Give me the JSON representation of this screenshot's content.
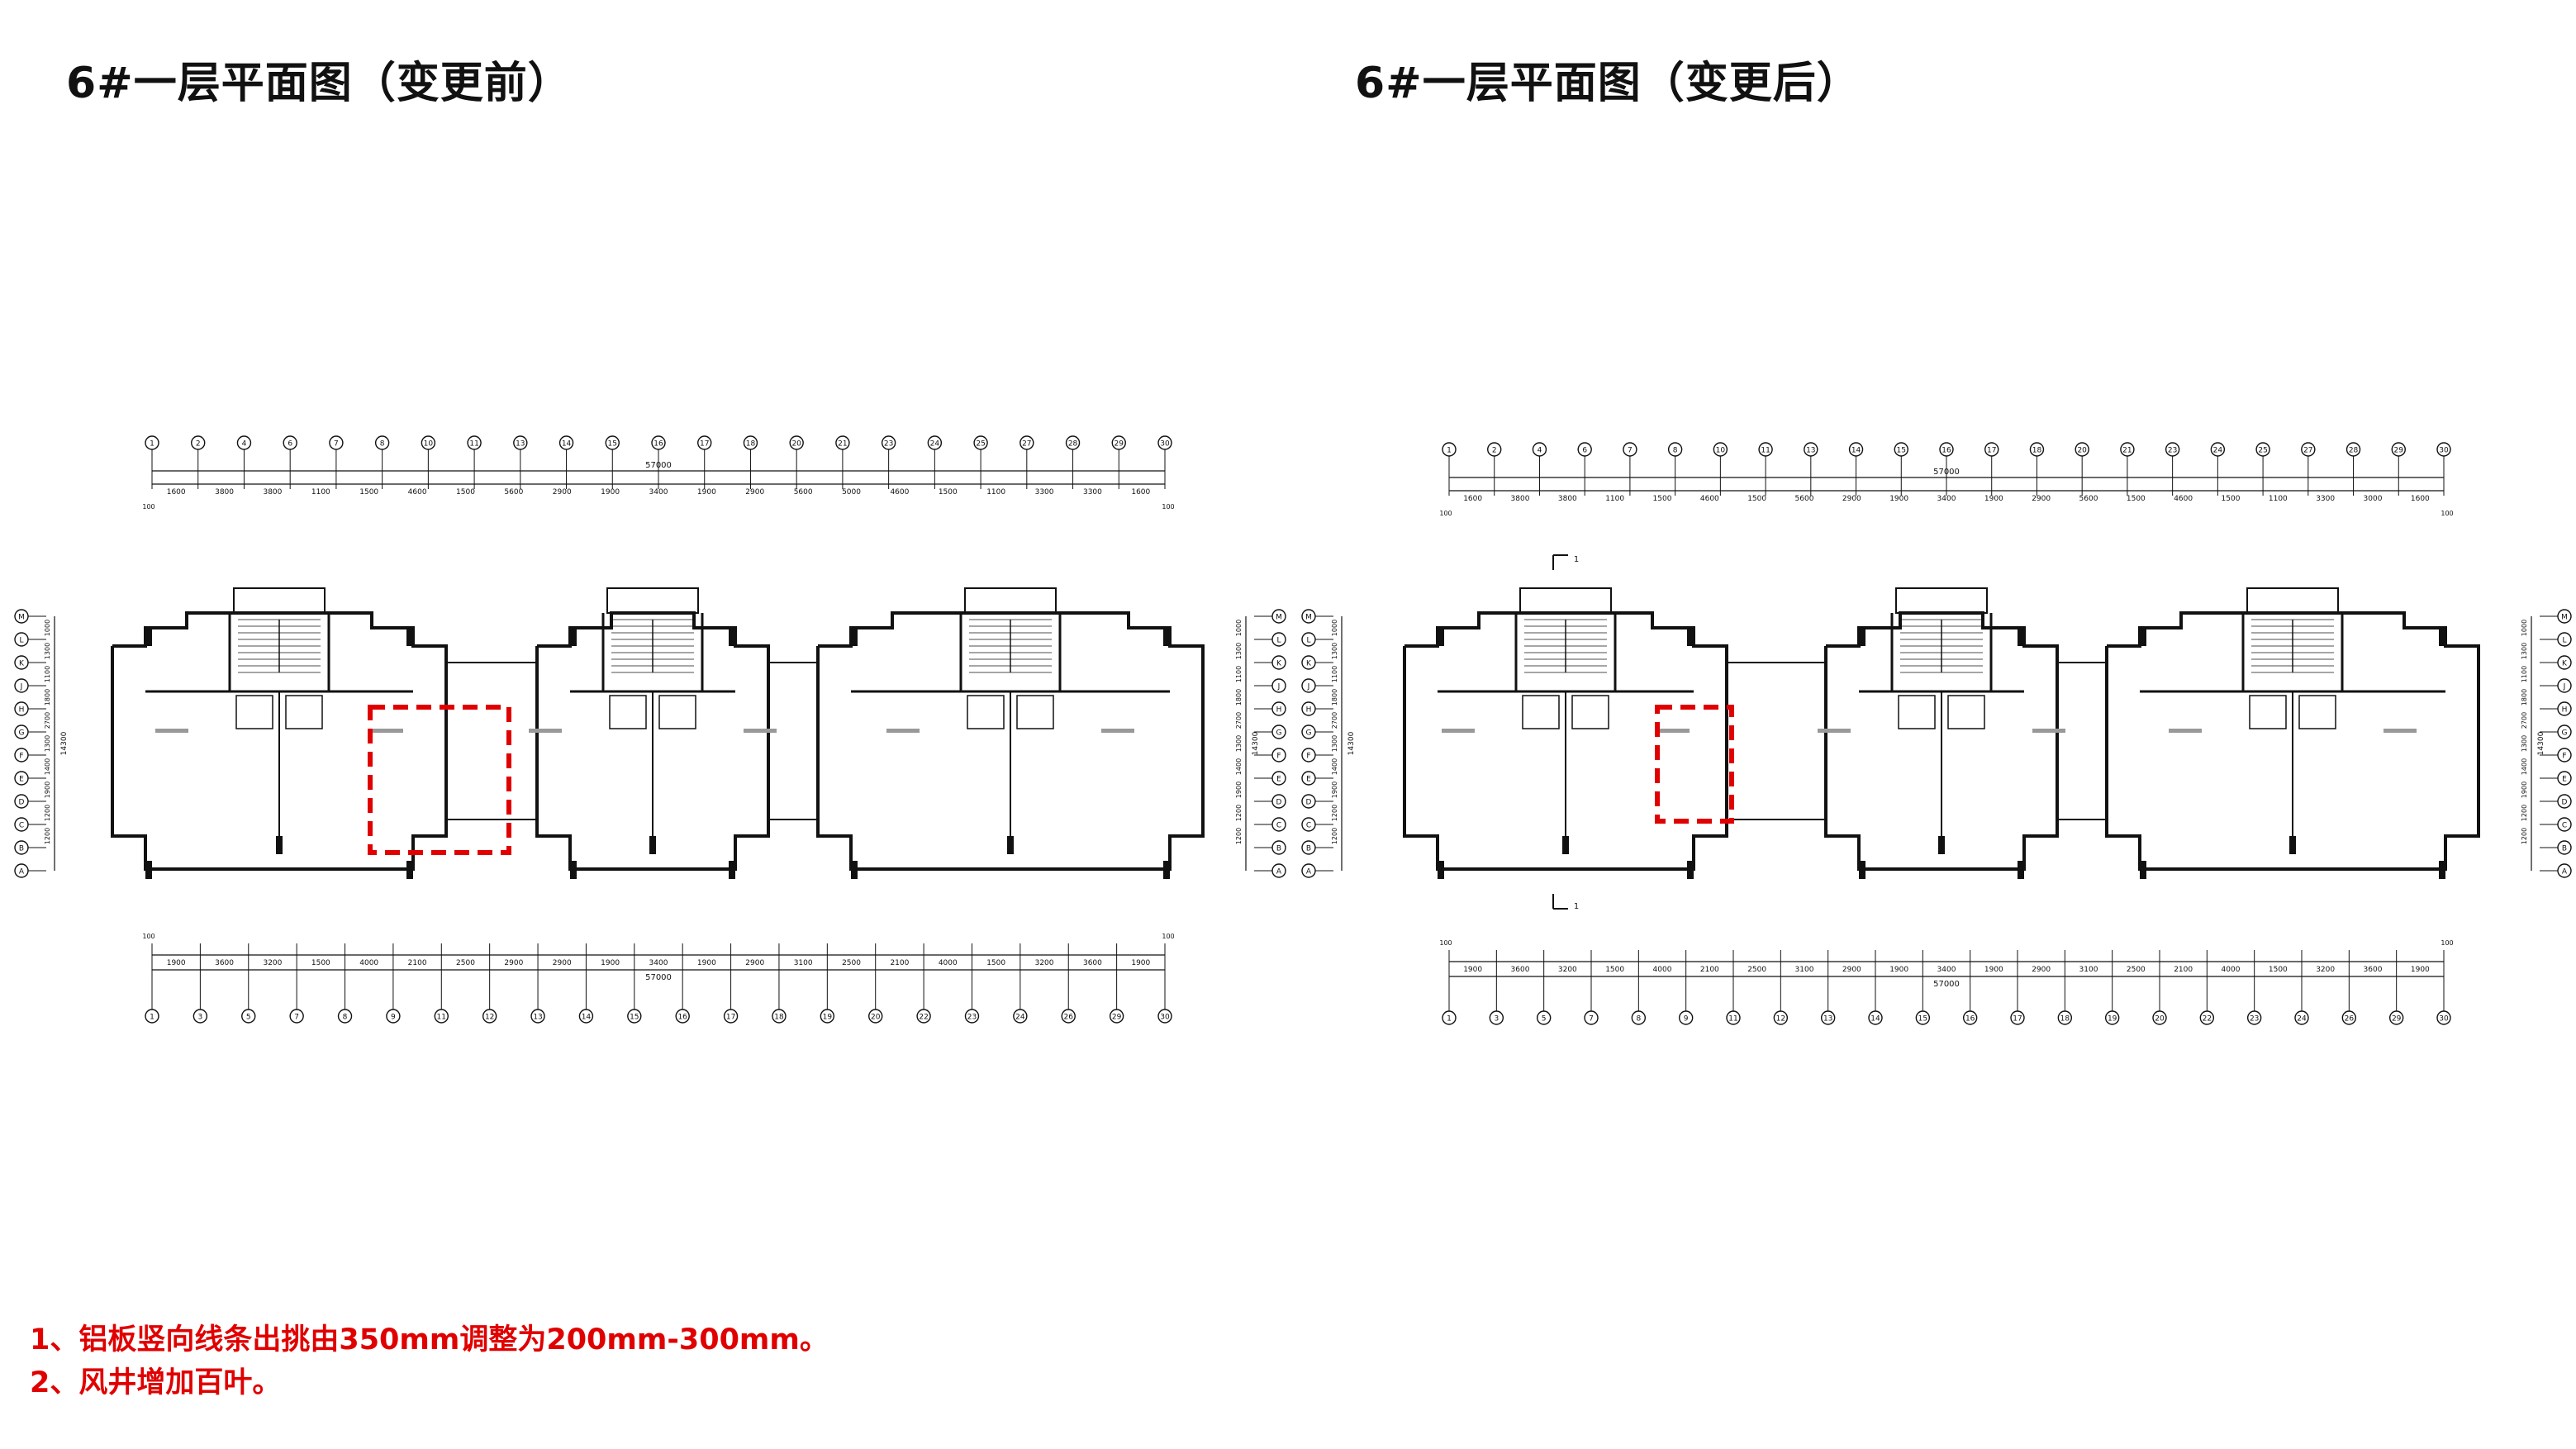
{
  "titles": {
    "before": "6#一层平面图（变更前）",
    "after": "6#一层平面图（变更后）"
  },
  "notes": [
    "1、铝板竖向线条出挑由350mm调整为200mm-300mm。",
    "2、风井增加百叶。"
  ],
  "plans": {
    "before": {
      "total_dimension": "57000",
      "top_grid_labels": [
        "1",
        "2",
        "4",
        "6",
        "7",
        "8",
        "10",
        "11",
        "13",
        "14",
        "15",
        "16",
        "17",
        "18",
        "20",
        "21",
        "23",
        "24",
        "25",
        "27",
        "28",
        "29",
        "30"
      ],
      "top_segments": [
        "1600",
        "3800",
        "3800",
        "1100",
        "1500",
        "4600",
        "1500",
        "5600",
        "2900",
        "1900",
        "3400",
        "1900",
        "2900",
        "5600",
        "5000",
        "4600",
        "1500",
        "1100",
        "3300",
        "3300",
        "1600"
      ],
      "bottom_grid_labels": [
        "1",
        "3",
        "5",
        "7",
        "8",
        "9",
        "11",
        "12",
        "13",
        "14",
        "15",
        "16",
        "17",
        "18",
        "19",
        "20",
        "22",
        "23",
        "24",
        "26",
        "29",
        "30"
      ],
      "bottom_segments": [
        "1900",
        "3600",
        "3200",
        "1500",
        "4000",
        "2100",
        "2500",
        "2900",
        "2900",
        "1900",
        "3400",
        "1900",
        "2900",
        "3100",
        "2500",
        "2100",
        "4000",
        "1500",
        "3200",
        "3600",
        "1900"
      ],
      "row_labels": [
        "M",
        "L",
        "K",
        "J",
        "H",
        "G",
        "F",
        "E",
        "D",
        "C",
        "B",
        "A"
      ],
      "row_segments": [
        "1000",
        "1300",
        "1100",
        "1800",
        "2700",
        "1300",
        "1400",
        "1900",
        "1200",
        "1200"
      ],
      "overall_height": "14300",
      "end_offset": "100"
    },
    "after": {
      "total_dimension": "57000",
      "top_grid_labels": [
        "1",
        "2",
        "4",
        "6",
        "7",
        "8",
        "10",
        "11",
        "13",
        "14",
        "15",
        "16",
        "17",
        "18",
        "20",
        "21",
        "23",
        "24",
        "25",
        "27",
        "28",
        "29",
        "30"
      ],
      "top_segments": [
        "1600",
        "3800",
        "3800",
        "1100",
        "1500",
        "4600",
        "1500",
        "5600",
        "2900",
        "1900",
        "3400",
        "1900",
        "2900",
        "5600",
        "1500",
        "4600",
        "1500",
        "1100",
        "3300",
        "3000",
        "1600"
      ],
      "bottom_grid_labels": [
        "1",
        "3",
        "5",
        "7",
        "8",
        "9",
        "11",
        "12",
        "13",
        "14",
        "15",
        "16",
        "17",
        "18",
        "19",
        "20",
        "22",
        "23",
        "24",
        "26",
        "29",
        "30"
      ],
      "bottom_segments": [
        "1900",
        "3600",
        "3200",
        "1500",
        "4000",
        "2100",
        "2500",
        "3100",
        "2900",
        "1900",
        "3400",
        "1900",
        "2900",
        "3100",
        "2500",
        "2100",
        "4000",
        "1500",
        "3200",
        "3600",
        "1900"
      ],
      "row_labels": [
        "M",
        "L",
        "K",
        "J",
        "H",
        "G",
        "F",
        "E",
        "D",
        "C",
        "B",
        "A"
      ],
      "row_segments": [
        "1000",
        "1300",
        "1100",
        "1800",
        "2700",
        "1300",
        "1400",
        "1900",
        "1200",
        "1200"
      ],
      "overall_height": "14300",
      "end_offset": "100",
      "section_mark": "1"
    }
  },
  "colors": {
    "linework": "#111111",
    "highlight": "#e00000",
    "notes": "#e00000"
  }
}
